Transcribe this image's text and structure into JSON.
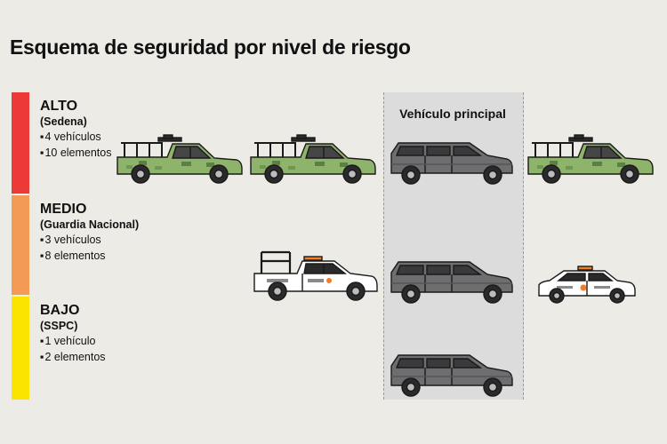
{
  "title": "Esquema de seguridad por nivel de riesgo",
  "column_title": "Vehículo principal",
  "levels": [
    {
      "name": "ALTO",
      "org": "(Sedena)",
      "vehicles": "4 vehículos",
      "elements": "10 elementos",
      "color": "#ee3a36"
    },
    {
      "name": "MEDIO",
      "org": "(Guardia Nacional)",
      "vehicles": "3 vehículos",
      "elements": "8 elementos",
      "color": "#f39a55"
    },
    {
      "name": "BAJO",
      "org": "(SSPC)",
      "vehicles": "1 vehículo",
      "elements": "2 elementos",
      "color": "#fbe500"
    }
  ],
  "colors": {
    "army_green": "#8eb36b",
    "suv_gray": "#6e6e70",
    "police_white": "#ffffff",
    "police_orange": "#ef7d2a"
  }
}
